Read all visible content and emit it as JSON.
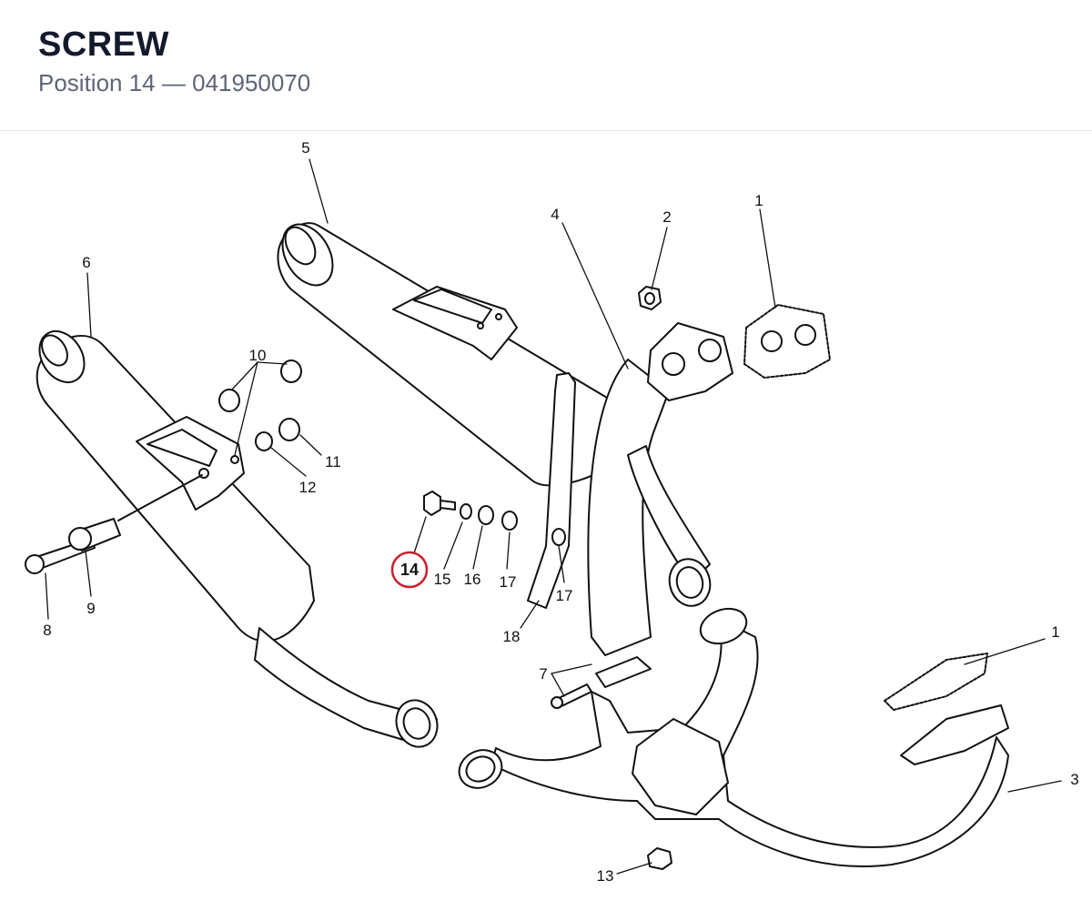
{
  "header": {
    "title": "SCREW",
    "position_label": "Position 14",
    "separator": "—",
    "part_number": "041950070"
  },
  "highlight_color": "#cc1f2b",
  "callouts": {
    "c1a": "1",
    "c1b": "1",
    "c2": "2",
    "c3": "3",
    "c4": "4",
    "c5": "5",
    "c6": "6",
    "c7": "7",
    "c8": "8",
    "c9": "9",
    "c10": "10",
    "c11": "11",
    "c12": "12",
    "c13": "13",
    "c14": "14",
    "c15": "15",
    "c16": "16",
    "c17a": "17",
    "c17b": "17",
    "c18": "18"
  }
}
